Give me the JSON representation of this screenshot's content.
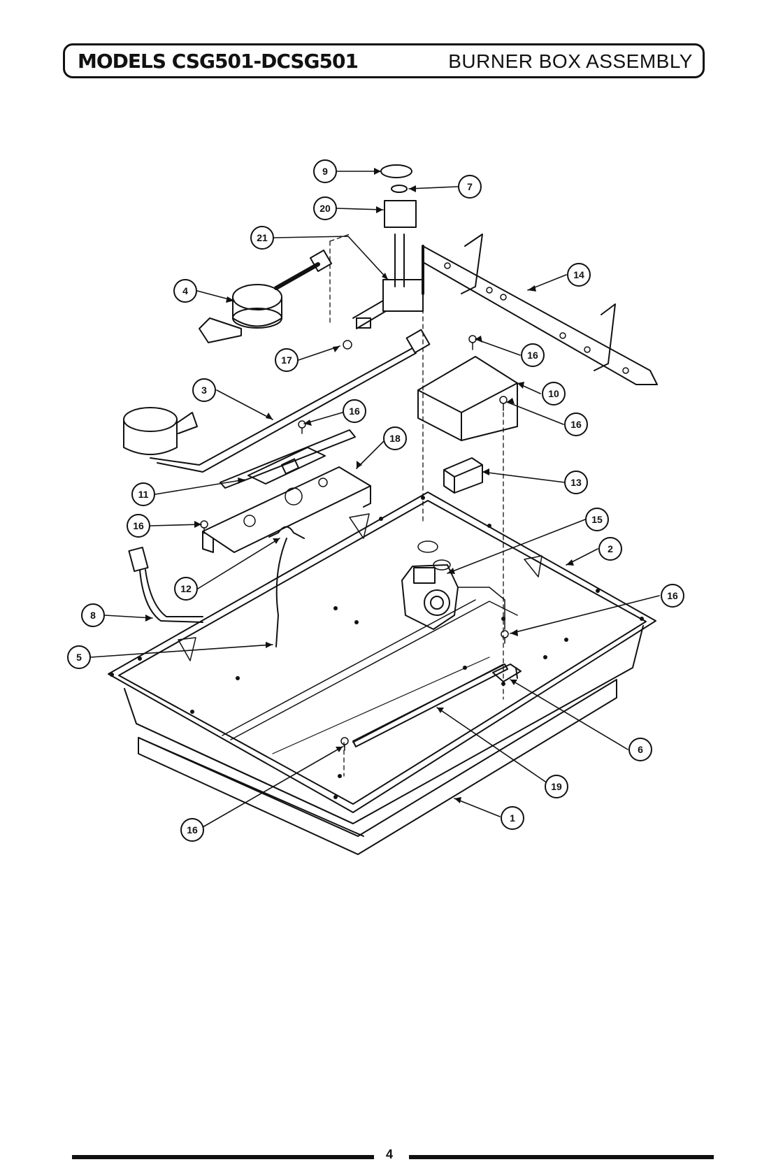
{
  "header": {
    "models_label": "MODELS CSG501-DCSG501",
    "section_title": "BURNER BOX ASSEMBLY"
  },
  "page_number": "4",
  "callouts": [
    {
      "id": "c9",
      "label": "9"
    },
    {
      "id": "c7",
      "label": "7"
    },
    {
      "id": "c20",
      "label": "20"
    },
    {
      "id": "c21",
      "label": "21"
    },
    {
      "id": "c4",
      "label": "4"
    },
    {
      "id": "c14",
      "label": "14"
    },
    {
      "id": "c17",
      "label": "17"
    },
    {
      "id": "c16a",
      "label": "16"
    },
    {
      "id": "c3",
      "label": "3"
    },
    {
      "id": "c10",
      "label": "10"
    },
    {
      "id": "c16b",
      "label": "16"
    },
    {
      "id": "c16c",
      "label": "16"
    },
    {
      "id": "c18",
      "label": "18"
    },
    {
      "id": "c13",
      "label": "13"
    },
    {
      "id": "c11",
      "label": "11"
    },
    {
      "id": "c16d",
      "label": "16"
    },
    {
      "id": "c15",
      "label": "15"
    },
    {
      "id": "c2",
      "label": "2"
    },
    {
      "id": "c12",
      "label": "12"
    },
    {
      "id": "c16e",
      "label": "16"
    },
    {
      "id": "c8",
      "label": "8"
    },
    {
      "id": "c5",
      "label": "5"
    },
    {
      "id": "c6",
      "label": "6"
    },
    {
      "id": "c19",
      "label": "19"
    },
    {
      "id": "c16f",
      "label": "16"
    },
    {
      "id": "c1",
      "label": "1"
    }
  ]
}
